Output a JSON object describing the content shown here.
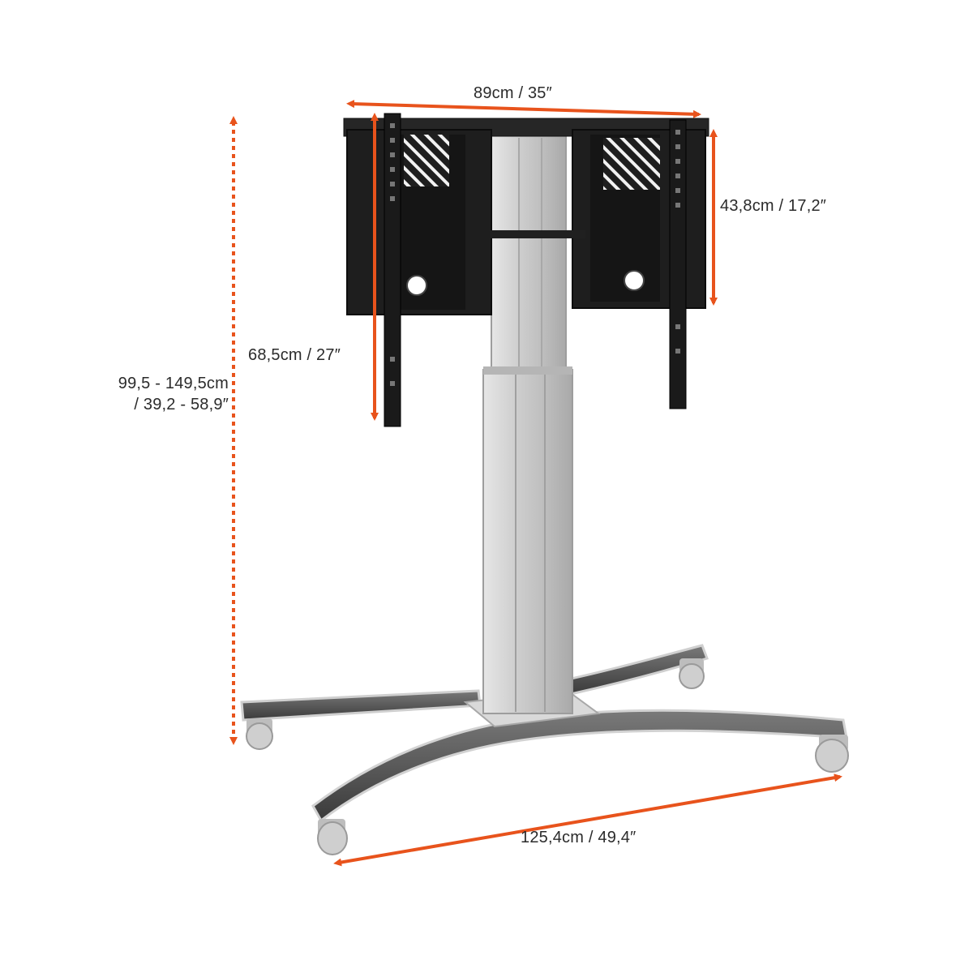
{
  "colors": {
    "dimension": "#e8531c",
    "mount_black": "#1e1e1e",
    "aluminium": "#c9c9c9",
    "aluminium_dark": "#9a9a9a",
    "text": "#2b2b2b"
  },
  "dimensions": {
    "width": "89cm / 35″",
    "depth": "43,8cm / 17,2″",
    "bracket_drop": "68,5cm / 27″",
    "height_line1": "99,5 - 149,5cm",
    "height_line2": "/ 39,2 - 58,9″",
    "base_width": "125,4cm / 49,4″"
  }
}
